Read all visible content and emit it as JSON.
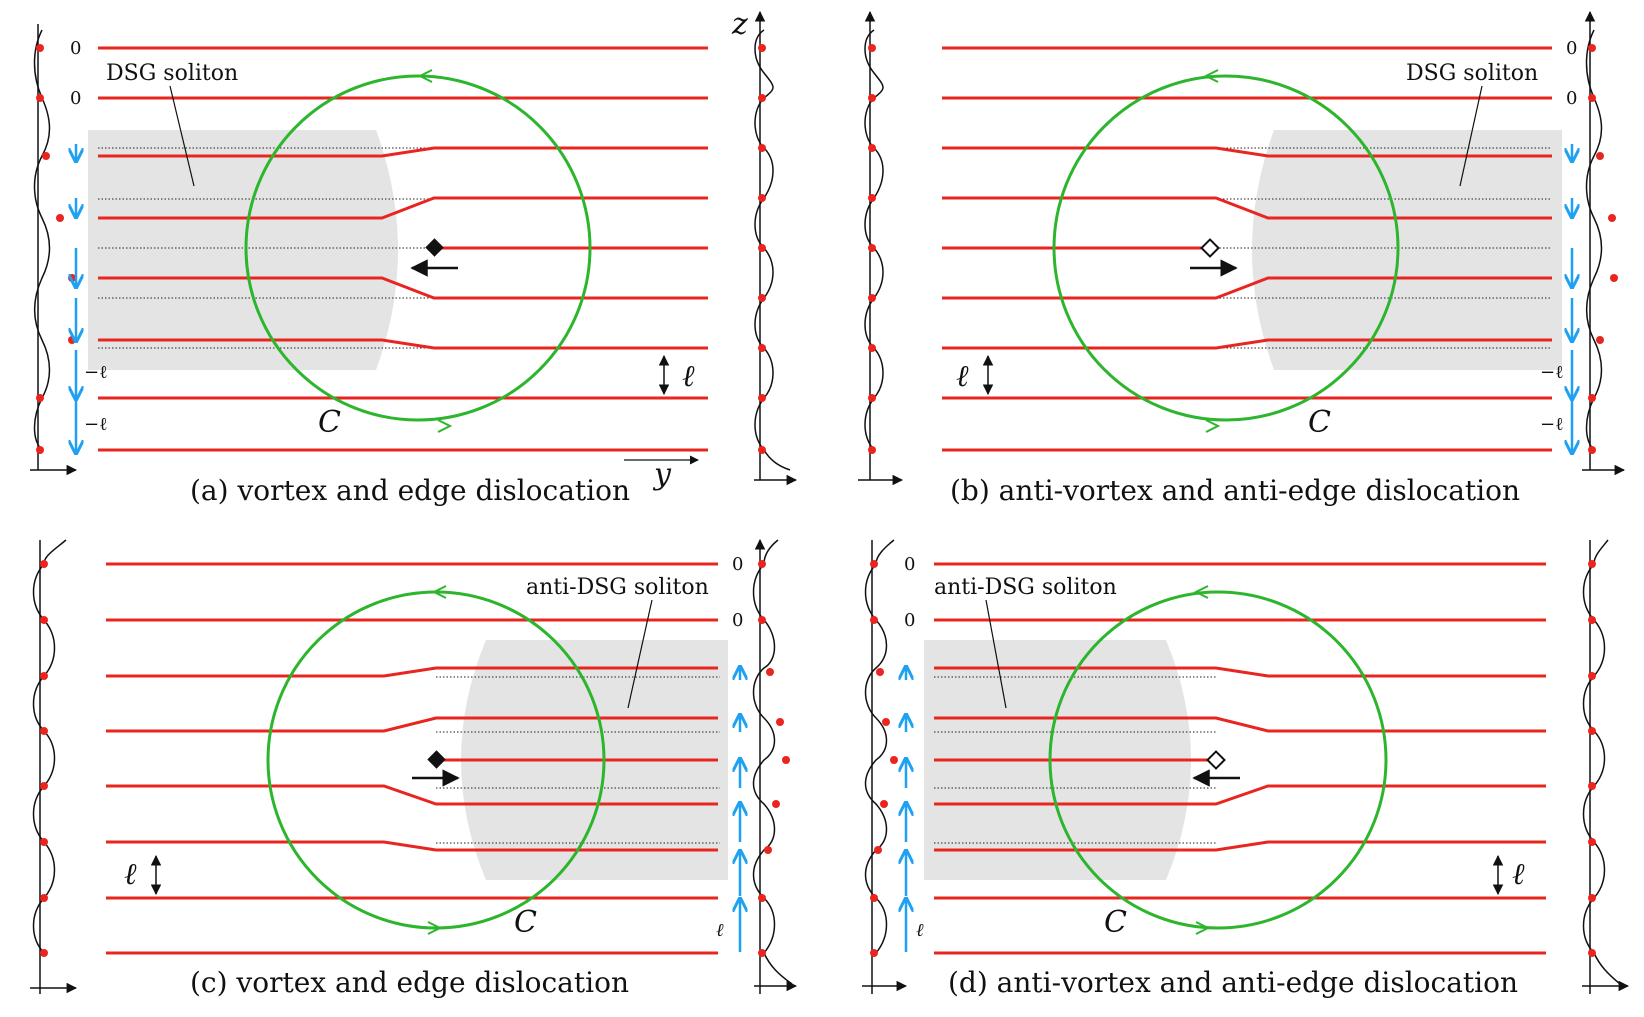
{
  "colors": {
    "layer": "#e8261f",
    "circle": "#2db52d",
    "soliton_region": "#e4e4e4",
    "blue_arrow": "#1ea1f0",
    "dot": "#e8261f",
    "ink": "#111111"
  },
  "panels": [
    {
      "id": "a",
      "caption": "(a) vortex and edge dislocation",
      "soliton_label": "DSG soliton",
      "contour_label": "C",
      "zero_labels": [
        "0",
        "0"
      ],
      "neg_labels": [
        "−ℓ",
        "−ℓ"
      ],
      "spacing_label": "ℓ",
      "defect": "filled-diamond",
      "motion": "left",
      "axis_labels": {
        "z": "z",
        "y": "y"
      }
    },
    {
      "id": "b",
      "caption": "(b) anti-vortex and anti-edge dislocation",
      "soliton_label": "DSG soliton",
      "contour_label": "C",
      "zero_labels": [
        "0",
        "0"
      ],
      "neg_labels": [
        "−ℓ",
        "−ℓ"
      ],
      "spacing_label": "ℓ",
      "defect": "open-diamond",
      "motion": "right"
    },
    {
      "id": "c",
      "caption": "(c) vortex and edge dislocation",
      "soliton_label": "anti-DSG soliton",
      "contour_label": "C",
      "zero_labels": [
        "0",
        "0"
      ],
      "pos_label": "ℓ",
      "spacing_label": "ℓ",
      "defect": "filled-diamond",
      "motion": "right"
    },
    {
      "id": "d",
      "caption": "(d) anti-vortex and anti-edge dislocation",
      "soliton_label": "anti-DSG soliton",
      "contour_label": "C",
      "zero_labels": [
        "0",
        "0"
      ],
      "pos_label": "ℓ",
      "spacing_label": "ℓ",
      "defect": "open-diamond",
      "motion": "left"
    }
  ]
}
